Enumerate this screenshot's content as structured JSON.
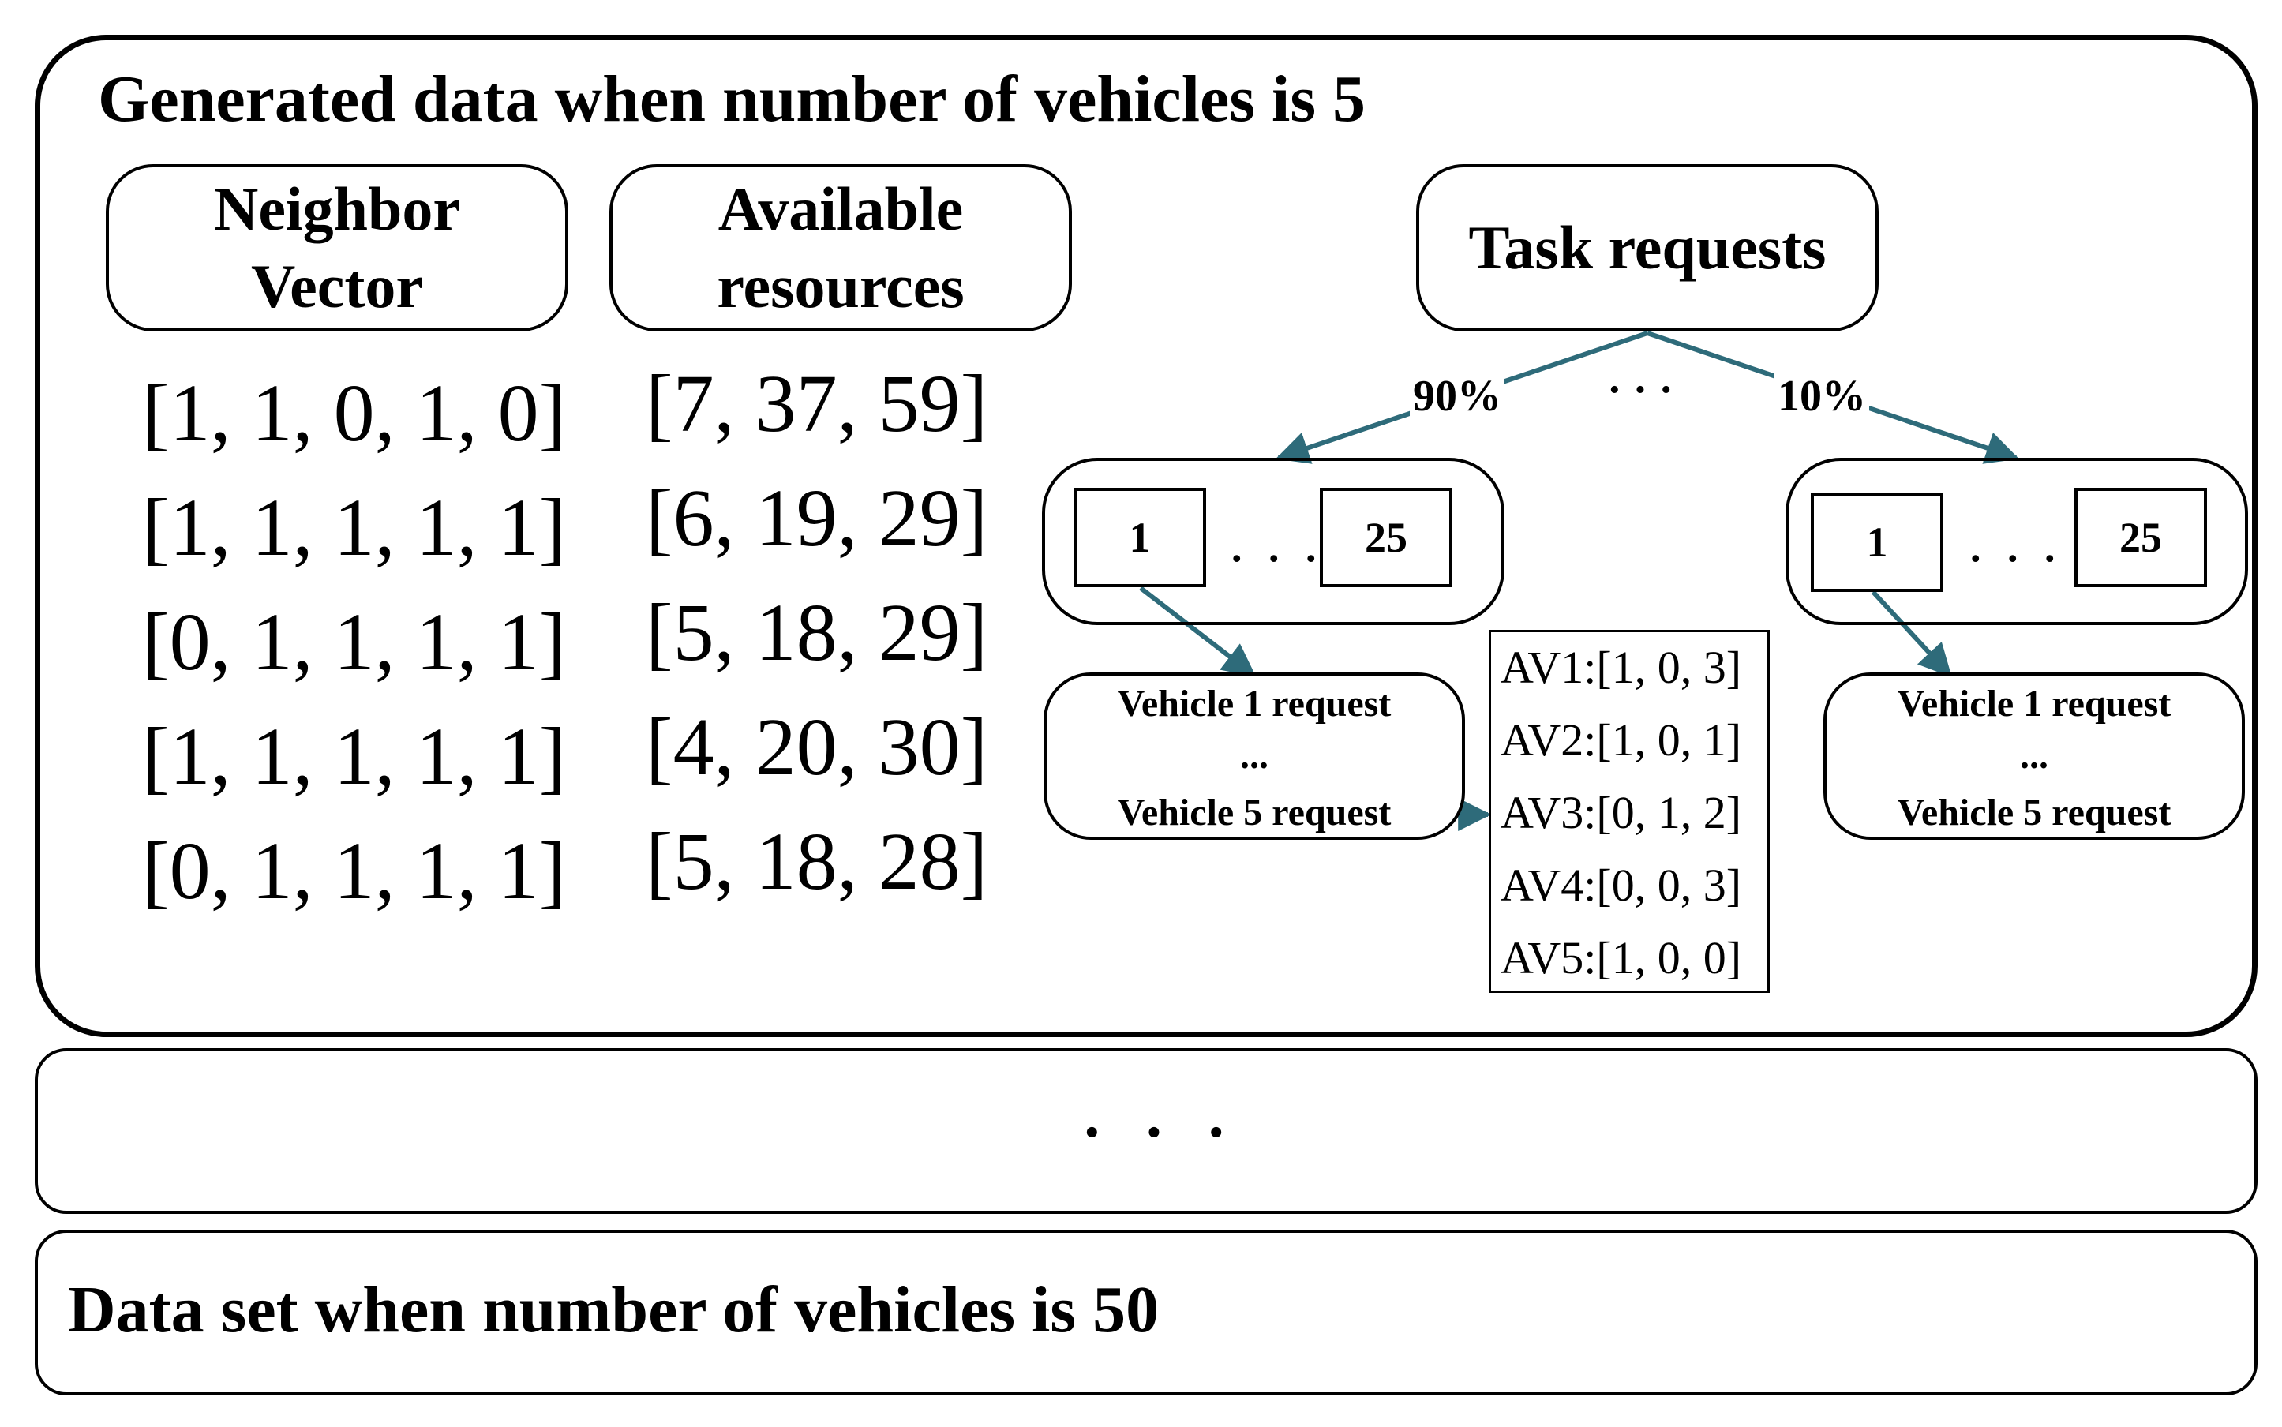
{
  "top_panel": {
    "title": "Generated data when number of vehicles is 5",
    "neighbor_header": [
      "Neighbor",
      "Vector"
    ],
    "resources_header": [
      "Available",
      "resources"
    ],
    "neighbor_vectors": [
      "[1, 1, 0, 1, 0]",
      "[1, 1, 1, 1, 1]",
      "[0, 1, 1, 1, 1]",
      "[1, 1, 1, 1, 1]",
      "[0, 1, 1, 1, 1]"
    ],
    "available_resources": [
      "[7, 37, 59]",
      "[6, 19, 29]",
      "[5, 18, 29]",
      "[4, 20, 30]",
      "[5, 18, 28]"
    ],
    "task_requests": {
      "label": "Task requests",
      "split_left": "90%",
      "split_right": "10%",
      "split_ellipsis": "· · ·",
      "left_group": {
        "first": "1",
        "ellipsis": ". . .",
        "last": "25"
      },
      "right_group": {
        "first": "1",
        "ellipsis": ". . .",
        "last": "25"
      },
      "left_requests": {
        "first": "Vehicle 1 request",
        "ellipsis": "...",
        "last": "Vehicle 5 request"
      },
      "right_requests": {
        "first": "Vehicle 1 request",
        "ellipsis": "...",
        "last": "Vehicle 5 request"
      },
      "av_list": [
        "AV1:[1, 0, 3]",
        "AV2:[1, 0, 1]",
        "AV3:[0, 1, 2]",
        "AV4:[0, 0, 3]",
        "AV5:[1, 0, 0]"
      ]
    },
    "arrow_color": "#2e6b7a"
  },
  "middle_panel": {
    "ellipsis": "· · ·"
  },
  "bottom_panel": {
    "title": "Data set when number of vehicles is 50"
  }
}
